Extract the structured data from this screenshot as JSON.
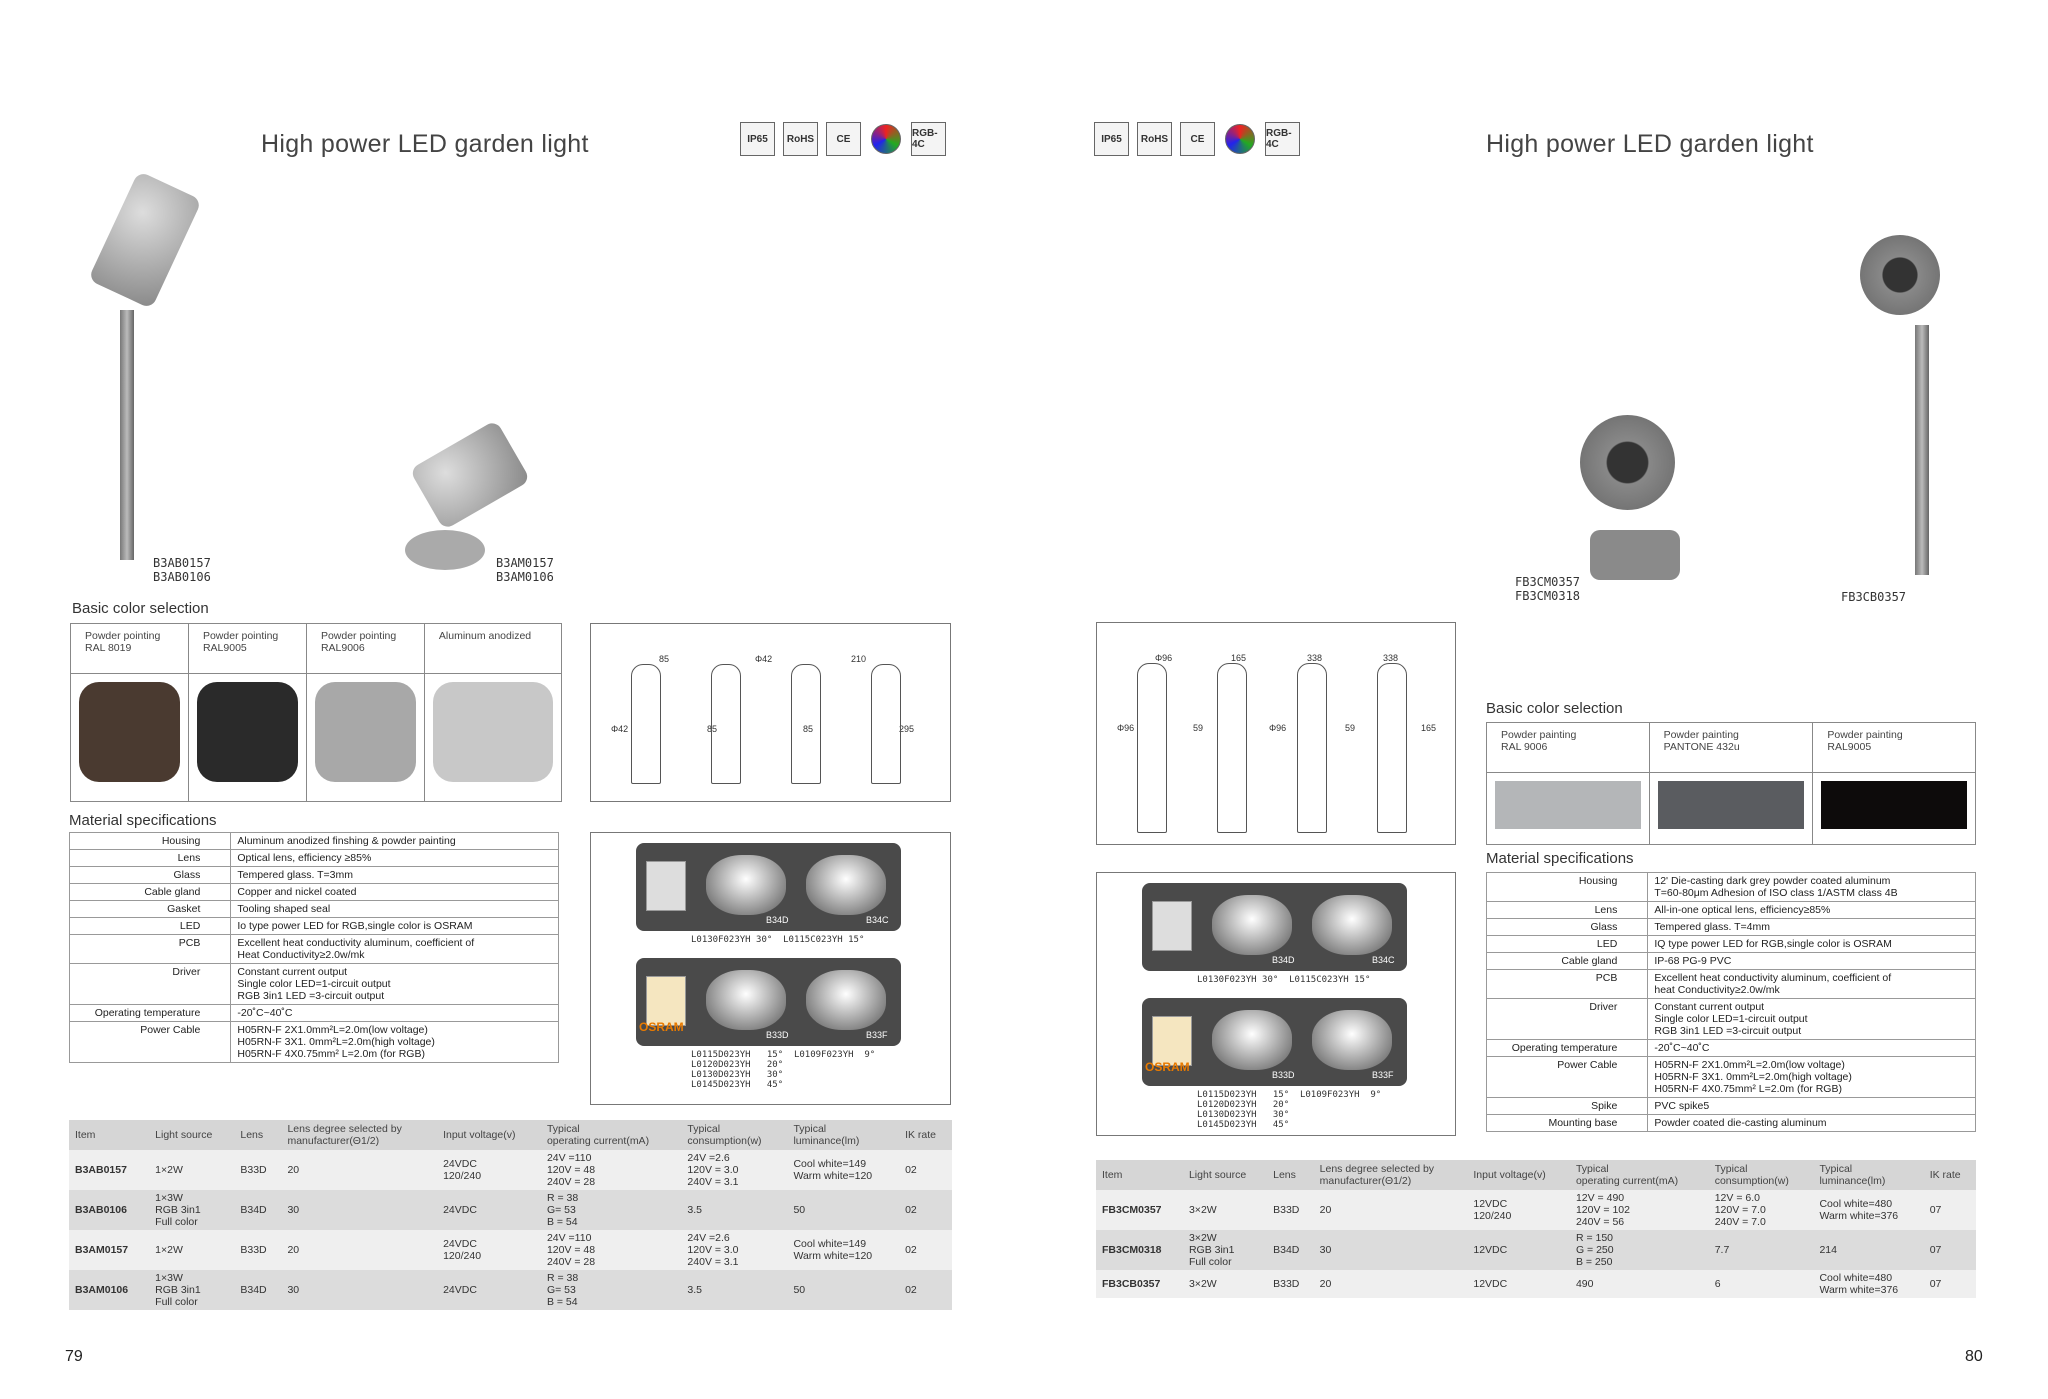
{
  "left": {
    "title": "High power LED garden light",
    "certs": [
      "IP65",
      "RoHS",
      "CE",
      "rgb",
      "RGB-4C"
    ],
    "product_labels": [
      "B3AB0157\nB3AB0106",
      "B3AM0157\nB3AM0106"
    ],
    "color_title": "Basic color selection",
    "colors": [
      {
        "label": "Powder pointing\nRAL 8019",
        "swatch": "#4a3a30"
      },
      {
        "label": "Powder pointing\nRAL9005",
        "swatch": "#2a2a2a"
      },
      {
        "label": "Powder pointing\nRAL9006",
        "swatch": "#a8a8a8"
      },
      {
        "label": "Aluminum anodized",
        "swatch": "#c8c8c8"
      }
    ],
    "dims": [
      "Φ42",
      "85",
      "85",
      "Φ42",
      "85",
      "210",
      "295"
    ],
    "lens_images": {
      "top": [
        "B34D",
        "B34C"
      ],
      "top_caption": "L0130F023YH 30°  L0115C023YH 15°",
      "brand": "OSRAM",
      "bottom": [
        "B33D",
        "B33F"
      ],
      "bottom_caption": "L0115D023YH   15°  L0109F023YH  9°\nL0120D023YH   20°\nL0130D023YH   30°\nL0145D023YH   45°"
    },
    "spec_title": "Material specifications",
    "specs": [
      [
        "Housing",
        "Aluminum anodized finshing & powder painting"
      ],
      [
        "Lens",
        "Optical lens, efficiency ≥85%"
      ],
      [
        "Glass",
        "Tempered glass. T=3mm"
      ],
      [
        "Cable gland",
        "Copper and nickel coated"
      ],
      [
        "Gasket",
        "Tooling shaped seal"
      ],
      [
        "LED",
        "Io type power LED for RGB,single color is OSRAM"
      ],
      [
        "PCB",
        "Excellent heat conductivity aluminum, coefficient of\nHeat Conductivity≥2.0w/mk"
      ],
      [
        "Driver",
        "Constant current output\nSingle color LED=1-circuit output\nRGB 3in1 LED =3-circuit output"
      ],
      [
        "Operating temperature",
        "-20˚C~40˚C"
      ],
      [
        "Power Cable",
        "H05RN-F 2X1.0mm²L=2.0m(low voltage)\nH05RN-F 3X1. 0mm²L=2.0m(high  voltage)\nH05RN-F 4X0.75mm² L=2.0m (for RGB)"
      ]
    ],
    "table_headers": [
      "Item",
      "Light source",
      "Lens",
      "Lens degree selected by\nmanufacturer(Θ1/2)",
      "Input voltage(v)",
      "Typical\noperating current(mA)",
      "Typical\nconsumption(w)",
      "Typical\nluminance(lm)",
      "IK rate"
    ],
    "table_rows": [
      [
        "B3AB0157",
        "1×2W",
        "B33D",
        "20",
        "24VDC\n120/240",
        "24V  =110\n120V =  48\n240V =  28",
        "24V  =2.6\n120V = 3.0\n240V = 3.1",
        "Cool  white=149\nWarm white=120",
        "02"
      ],
      [
        "B3AB0106",
        "1×3W\nRGB 3in1\nFull color",
        "B34D",
        "30",
        "24VDC",
        "R = 38\nG= 53\nB = 54",
        "3.5",
        "50",
        "02"
      ],
      [
        "B3AM0157",
        "1×2W",
        "B33D",
        "20",
        "24VDC\n120/240",
        "24V  =110\n120V =  48\n240V =  28",
        "24V  =2.6\n120V = 3.0\n240V = 3.1",
        "Cool  white=149\nWarm white=120",
        "02"
      ],
      [
        "B3AM0106",
        "1×3W\nRGB 3in1\nFull color",
        "B34D",
        "30",
        "24VDC",
        "R = 38\nG= 53\nB = 54",
        "3.5",
        "50",
        "02"
      ]
    ],
    "page_number": "79"
  },
  "right": {
    "title": "High power LED garden light",
    "certs": [
      "IP65",
      "RoHS",
      "CE",
      "rgb",
      "RGB-4C"
    ],
    "product_labels": [
      "FB3CM0357\nFB3CM0318",
      "FB3CB0357"
    ],
    "color_title": "Basic color selection",
    "colors": [
      {
        "label": "Powder painting\nRAL 9006",
        "swatch": "#b4b6b8"
      },
      {
        "label": "Powder painting\nPANTONE 432u",
        "swatch": "#5a5c60"
      },
      {
        "label": "Powder painting\nRAL9005",
        "swatch": "#0d0b0b"
      }
    ],
    "dims": [
      "Φ96",
      "Φ96",
      "59",
      "165",
      "Φ96",
      "338",
      "59",
      "338",
      "165"
    ],
    "lens_images": {
      "top": [
        "B34D",
        "B34C"
      ],
      "top_caption": "L0130F023YH 30°  L0115C023YH 15°",
      "brand": "OSRAM",
      "bottom": [
        "B33D",
        "B33F"
      ],
      "bottom_caption": "L0115D023YH   15°  L0109F023YH  9°\nL0120D023YH   20°\nL0130D023YH   30°\nL0145D023YH   45°"
    },
    "spec_title": "Material specifications",
    "specs": [
      [
        "Housing",
        "12' Die-casting dark grey powder coated aluminum\nT=60-80μm Adhesion of ISO class 1/ASTM class 4B"
      ],
      [
        "Lens",
        "All-in-one optical lens, efficiency≥85%"
      ],
      [
        "Glass",
        "Tempered glass. T=4mm"
      ],
      [
        "LED",
        "IQ  type  power  LED for RGB,single color is OSRAM"
      ],
      [
        "Cable gland",
        "IP-68 PG-9 PVC"
      ],
      [
        "PCB",
        "Excellent heat conductivity aluminum, coefficient of\nheat Conductivity≥2.0w/mk"
      ],
      [
        "Driver",
        "Constant current output\nSingle color LED=1-circuit output\nRGB 3in1 LED =3-circuit output"
      ],
      [
        "Operating temperature",
        "-20˚C~40˚C"
      ],
      [
        "Power Cable",
        "H05RN-F 2X1.0mm²L=2.0m(low voltage)\nH05RN-F 3X1. 0mm²L=2.0m(high  voltage)\nH05RN-F 4X0.75mm² L=2.0m (for RGB)"
      ],
      [
        "Spike",
        "PVC spike5"
      ],
      [
        "Mounting base",
        "Powder coated die-casting aluminum"
      ]
    ],
    "table_headers": [
      "Item",
      "Light source",
      "Lens",
      "Lens degree selected by\nmanufacturer(Θ1/2)",
      "Input voltage(v)",
      "Typical\noperating current(mA)",
      "Typical\nconsumption(w)",
      "Typical\nluminance(lm)",
      "IK rate"
    ],
    "table_rows": [
      [
        "FB3CM0357",
        "3×2W",
        "B33D",
        "20",
        "12VDC\n120/240",
        "12V  = 490\n120V = 102\n240V =  56",
        "12V  = 6.0\n120V = 7.0\n240V = 7.0",
        "Cool  white=480\nWarm white=376",
        "07"
      ],
      [
        "FB3CM0318",
        "3×2W\nRGB 3in1\nFull color",
        "B34D",
        "30",
        "12VDC",
        "R = 150\nG = 250\nB = 250",
        "7.7",
        "214",
        "07"
      ],
      [
        "FB3CB0357",
        "3×2W",
        "B33D",
        "20",
        "12VDC",
        "490",
        "6",
        "Cool  white=480\nWarm white=376",
        "07"
      ]
    ],
    "page_number": "80"
  }
}
